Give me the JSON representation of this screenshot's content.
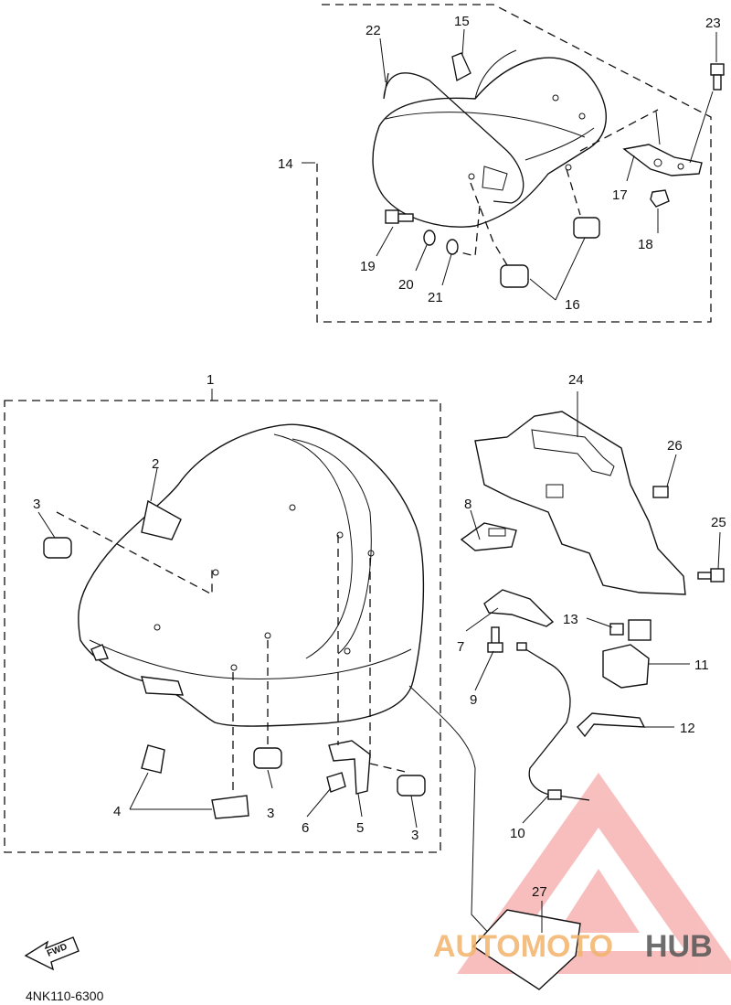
{
  "diagram": {
    "code": "4NK110-6300",
    "fwd_label": "FWD",
    "callouts": [
      "1",
      "2",
      "3",
      "3",
      "3",
      "4",
      "5",
      "6",
      "7",
      "8",
      "9",
      "10",
      "11",
      "12",
      "13",
      "14",
      "15",
      "16",
      "17",
      "18",
      "19",
      "20",
      "21",
      "22",
      "23",
      "24",
      "25",
      "26",
      "27"
    ]
  },
  "watermark": {
    "word_a": "AUTOMOTO",
    "word_b": "HUB",
    "color_triangle": "#f07070",
    "color_word_a": "#f2b36b",
    "color_word_b": "#555555"
  }
}
